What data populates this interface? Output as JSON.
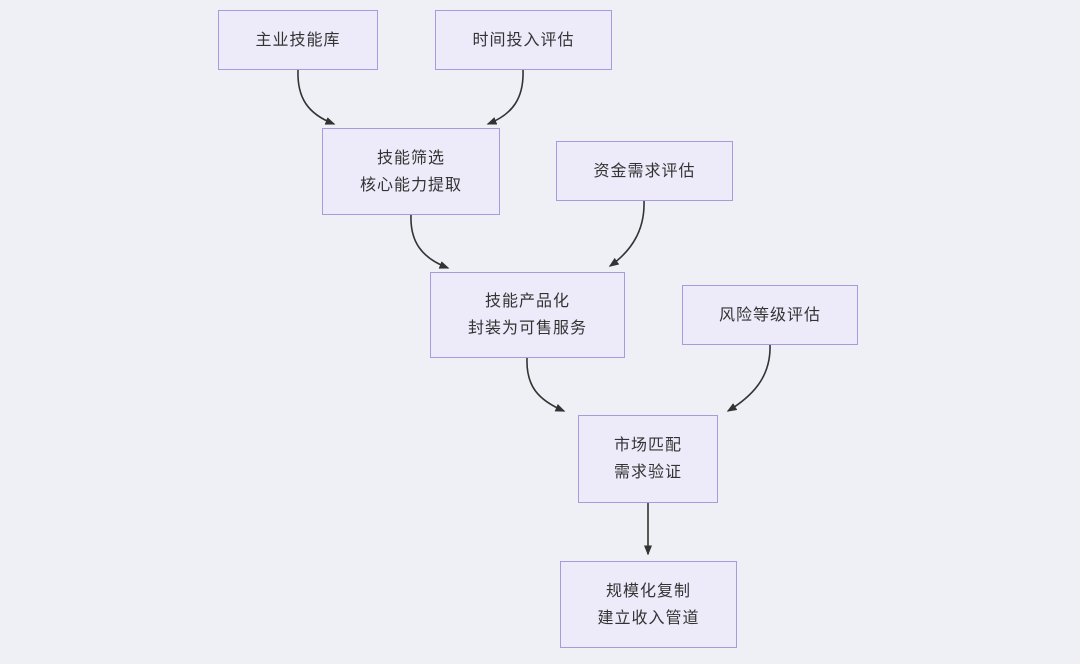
{
  "diagram": {
    "title": "skill-monetization-flowchart",
    "colors": {
      "background": "#eff0f5",
      "node_fill": "#edebfa",
      "node_border": "#a99ade",
      "edge": "#333333",
      "text": "#333333"
    },
    "nodes": [
      {
        "id": "main-skill-library",
        "lines": [
          "主业技能库"
        ]
      },
      {
        "id": "time-investment",
        "lines": [
          "时间投入评估"
        ]
      },
      {
        "id": "skill-filtering",
        "lines": [
          "技能筛选",
          "核心能力提取"
        ]
      },
      {
        "id": "capital-requirement",
        "lines": [
          "资金需求评估"
        ]
      },
      {
        "id": "skill-productization",
        "lines": [
          "技能产品化",
          "封装为可售服务"
        ]
      },
      {
        "id": "risk-level",
        "lines": [
          "风险等级评估"
        ]
      },
      {
        "id": "market-matching",
        "lines": [
          "市场匹配",
          "需求验证"
        ]
      },
      {
        "id": "scale-replication",
        "lines": [
          "规模化复制",
          "建立收入管道"
        ]
      }
    ],
    "edges": [
      {
        "from": "main-skill-library",
        "to": "skill-filtering"
      },
      {
        "from": "time-investment",
        "to": "skill-filtering"
      },
      {
        "from": "skill-filtering",
        "to": "skill-productization"
      },
      {
        "from": "capital-requirement",
        "to": "skill-productization"
      },
      {
        "from": "skill-productization",
        "to": "market-matching"
      },
      {
        "from": "risk-level",
        "to": "market-matching"
      },
      {
        "from": "market-matching",
        "to": "scale-replication"
      }
    ]
  }
}
